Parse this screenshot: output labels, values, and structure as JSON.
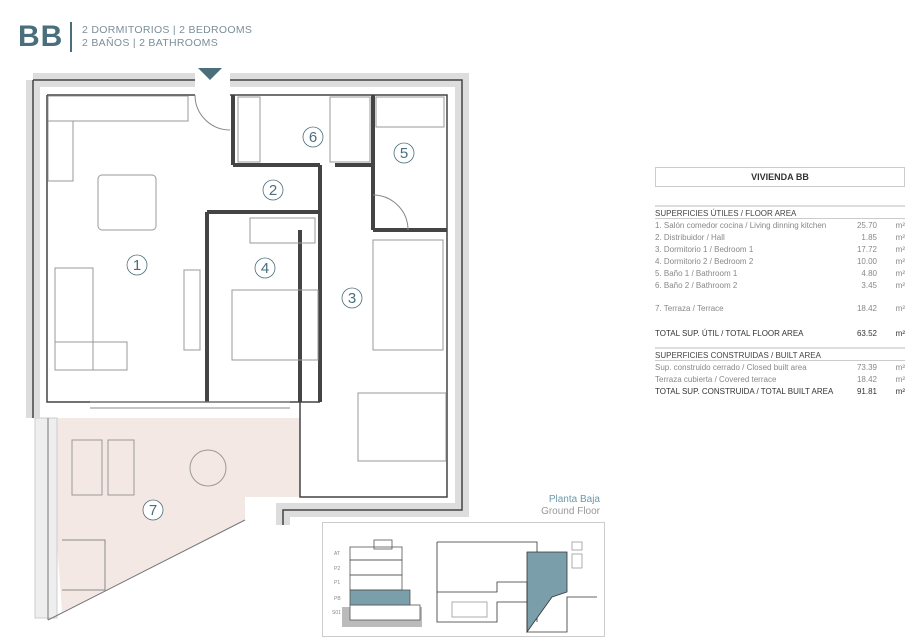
{
  "header": {
    "code": "BB",
    "line1": "2 DORMITORIOS | 2 BEDROOMS",
    "line2": "2 BAÑOS | 2 BATHROOMS"
  },
  "plan": {
    "rooms": [
      "1",
      "2",
      "3",
      "4",
      "5",
      "6",
      "7"
    ],
    "accent": "#4a6e7c"
  },
  "table": {
    "title": "VIVIENDA BB",
    "floor_section": "SUPERFICIES ÚTILES / FLOOR AREA",
    "floor_rows": [
      {
        "label": "1. Salón comedor cocina / Living dinning kitchen",
        "value": "25.70",
        "unit": "m²"
      },
      {
        "label": "2. Distribuidor / Hall",
        "value": "1.85",
        "unit": "m²"
      },
      {
        "label": "3. Dormitorio 1 / Bedroom 1",
        "value": "17.72",
        "unit": "m²"
      },
      {
        "label": "4. Dormitorio 2 / Bedroom 2",
        "value": "10.00",
        "unit": "m²"
      },
      {
        "label": "5. Baño 1 / Bathroom 1",
        "value": "4.80",
        "unit": "m²"
      },
      {
        "label": "6. Baño 2 / Bathroom 2",
        "value": "3.45",
        "unit": "m²"
      }
    ],
    "terrace": {
      "label": "7. Terraza / Terrace",
      "value": "18.42",
      "unit": "m²"
    },
    "total_floor": {
      "label": "TOTAL SUP. ÚTIL / TOTAL FLOOR AREA",
      "value": "63.52",
      "unit": "m²"
    },
    "built_section": "SUPERFICIES CONSTRUIDAS / BUILT AREA",
    "built_rows": [
      {
        "label": "Sup. construido cerrado / Closed built area",
        "value": "73.39",
        "unit": "m²"
      },
      {
        "label": "Terraza cubierta / Covered terrace",
        "value": "18.42",
        "unit": "m²"
      }
    ],
    "total_built": {
      "label": "TOTAL SUP. CONSTRUIDA /  TOTAL BUILT AREA",
      "value": "91.81",
      "unit": "m²"
    }
  },
  "keyplan": {
    "title_es": "Planta Baja",
    "title_en": "Ground Floor",
    "levels": [
      "AT",
      "P2",
      "P1",
      "PB",
      "S01"
    ]
  }
}
